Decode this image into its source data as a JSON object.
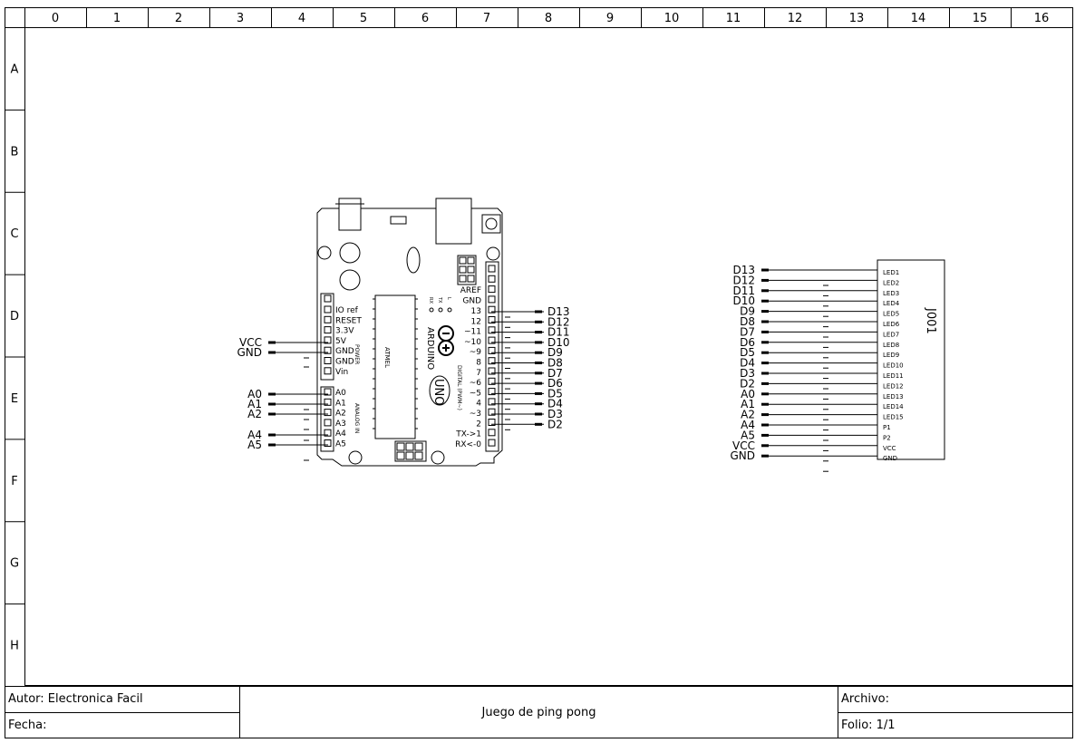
{
  "grid": {
    "columns": [
      "0",
      "1",
      "2",
      "3",
      "4",
      "5",
      "6",
      "7",
      "8",
      "9",
      "10",
      "11",
      "12",
      "13",
      "14",
      "15",
      "16"
    ],
    "rows": [
      "A",
      "B",
      "C",
      "D",
      "E",
      "F",
      "G",
      "H"
    ]
  },
  "arduino": {
    "board_name": "ARDUINO",
    "model": "UNO",
    "chip": "ATMEL",
    "power_title": "POWER",
    "analog_title": "ANALOG IN",
    "digital_title": "DIGITAL (PWM~)",
    "led_labels": [
      "L",
      "TX",
      "RX"
    ],
    "left_pins": [
      "IO ref",
      "RESET",
      "3.3V",
      "5V",
      "GND",
      "GND",
      "Vin"
    ],
    "analog_pins": [
      "A0",
      "A1",
      "A2",
      "A3",
      "A4",
      "A5"
    ],
    "right_pins_top": [
      "AREF",
      "GND"
    ],
    "right_pins": [
      "13",
      "12",
      "~11",
      "~10",
      "~9",
      "8",
      "7",
      "~6",
      "~5",
      "4",
      "~3",
      "2",
      "TX->1",
      "RX<-0"
    ],
    "left_nets": [
      {
        "net": "VCC",
        "pin": "5V"
      },
      {
        "net": "GND",
        "pin": "GND"
      }
    ],
    "analog_nets": [
      {
        "net": "A0",
        "pin": "A0"
      },
      {
        "net": "A1",
        "pin": "A1"
      },
      {
        "net": "A2",
        "pin": "A2"
      },
      {
        "net": "A4",
        "pin": "A4"
      },
      {
        "net": "A5",
        "pin": "A5"
      }
    ],
    "right_nets": [
      "D13",
      "D12",
      "D11",
      "D10",
      "D9",
      "D8",
      "D7",
      "D6",
      "D5",
      "D4",
      "D3",
      "D2"
    ]
  },
  "connector": {
    "ref": "J001",
    "pins": [
      "LED1",
      "LED2",
      "LED3",
      "LED4",
      "LED5",
      "LED6",
      "LED7",
      "LED8",
      "LED9",
      "LED10",
      "LED11",
      "LED12",
      "LED13",
      "LED14",
      "LED15",
      "P1",
      "P2",
      "VCC",
      "GND"
    ],
    "nets": [
      "D13",
      "D12",
      "D11",
      "D10",
      "D9",
      "D8",
      "D7",
      "D6",
      "D5",
      "D4",
      "D3",
      "D2",
      "A0",
      "A1",
      "A2",
      "A4",
      "A5",
      "VCC",
      "GND"
    ]
  },
  "title_block": {
    "author": "Autor: Electronica Facil",
    "date": "Fecha:",
    "title": "Juego de ping pong",
    "file": "Archivo:",
    "sheet": "Folio: 1/1"
  },
  "colors": {
    "line": "#000000",
    "background": "#ffffff"
  }
}
